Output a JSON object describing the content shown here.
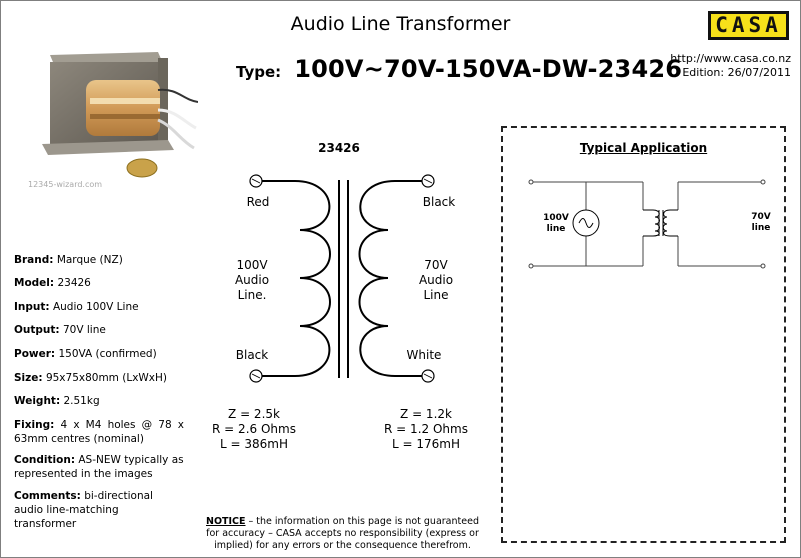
{
  "header": {
    "title": "Audio Line Transformer",
    "type_label": "Type:",
    "type_value": "100V~70V-150VA-DW-23426",
    "logo": "CASA",
    "url": "http://www.casa.co.nz",
    "edition": "Edition: 26/07/2011"
  },
  "photo": {
    "watermark": "12345-wizard.com"
  },
  "specs": [
    {
      "label": "Brand:",
      "value": "Marque (NZ)"
    },
    {
      "label": "Model:",
      "value": "23426"
    },
    {
      "label": "Input:",
      "value": "Audio 100V Line"
    },
    {
      "label": "Output:",
      "value": "70V line"
    },
    {
      "label": "Power:",
      "value": "150VA (confirmed)"
    },
    {
      "label": "Size:",
      "value": "95x75x80mm (LxWxH)"
    },
    {
      "label": "Weight:",
      "value": "2.51kg"
    },
    {
      "label": "Fixing:",
      "value": "4 x M4 holes @ 78 x 63mm centres (nominal)"
    },
    {
      "label": "Condition:",
      "value": "AS-NEW typically as represented in the images"
    },
    {
      "label": "Comments:",
      "value": "bi-directional audio line-matching transformer"
    }
  ],
  "diagram": {
    "model": "23426",
    "primary": {
      "top_wire": "Red",
      "bottom_wire": "Black",
      "desc": [
        "100V",
        "Audio",
        "Line."
      ],
      "z": "Z = 2.5k",
      "r": "R = 2.6 Ohms",
      "l": "L = 386mH"
    },
    "secondary": {
      "top_wire": "Black",
      "bottom_wire": "White",
      "desc": [
        "70V",
        "Audio",
        "Line"
      ],
      "z": "Z = 1.2k",
      "r": "R = 1.2 Ohms",
      "l": "L = 176mH"
    }
  },
  "application": {
    "title": "Typical Application",
    "input_label": [
      "100V",
      "line"
    ],
    "output_label": [
      "70V",
      "line"
    ]
  },
  "notice": {
    "label": "NOTICE",
    "text": " – the information on this page is not guaranteed for accuracy – CASA accepts no responsibility (express or implied) for any errors or the consequence therefrom."
  },
  "colors": {
    "logo_bg": "#f7e11a",
    "text": "#000000"
  }
}
